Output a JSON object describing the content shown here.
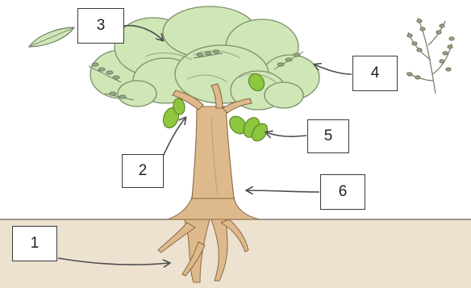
{
  "labels": {
    "roots": "1",
    "stem": "2",
    "leaf": "3",
    "flower": "4",
    "fruit": "5",
    "trunk": "6"
  },
  "colors": {
    "soil": "#ede2d0",
    "trunk": "#ddb98c",
    "canopy": "#cfe6b6",
    "canopy_outline": "#7e8f6a",
    "fruit": "#8dc63f",
    "leaf": "#cfe6b6",
    "flower_sprig": "#6f7a62",
    "arrow": "#4d4d4d",
    "box_border": "#3a3a3a"
  },
  "icons": [
    "leaf-icon",
    "flower-sprig-icon",
    "fruit-icon"
  ]
}
